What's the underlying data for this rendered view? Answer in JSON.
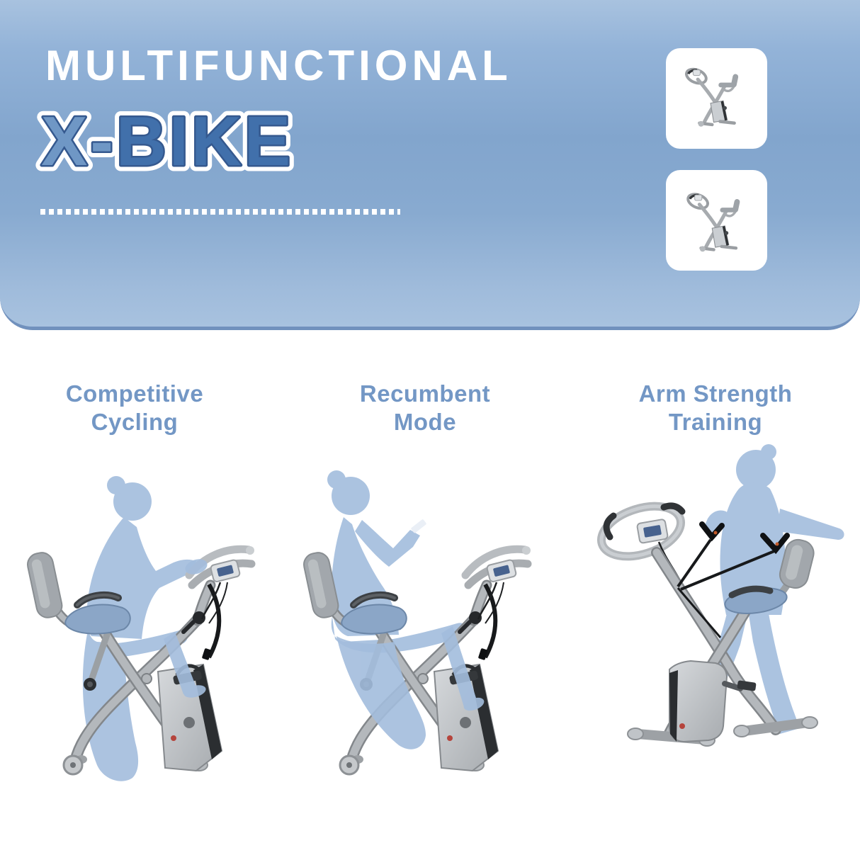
{
  "hero": {
    "title": "MULTIFUNCTIONAL",
    "subtitle_x": "X-",
    "subtitle_bike": "BIKE",
    "divider": "dotted-line",
    "thumbnails": [
      {
        "icon": "folding-xbike-upright-icon"
      },
      {
        "icon": "folding-xbike-recumbent-icon"
      }
    ]
  },
  "modes": [
    {
      "line1": "Competitive",
      "line2": "Cycling",
      "illustration": "woman-upright-cycling-silhouette-on-xbike"
    },
    {
      "line1": "Recumbent",
      "line2": "Mode",
      "illustration": "woman-reclined-with-phone-silhouette-on-xbike"
    },
    {
      "line1": "Arm Strength",
      "line2": "Training",
      "illustration": "woman-pulling-resistance-bands-silhouette-behind-xbike"
    }
  ],
  "colors": {
    "hero_gradient_top": "#a8c2df",
    "hero_gradient_mid": "#82a5cd",
    "hero_gradient_bottom": "#a8c2df",
    "hero_bottom_border": "#7191bd",
    "title_text": "#ffffff",
    "subtitle_x_fill": "#6f97c5",
    "subtitle_bike_fill": "#4170ab",
    "subtitle_inner_stroke": "#35598f",
    "subtitle_outline": "#ffffff",
    "label_text": "#7397c5",
    "silhouette": "#a3bddd",
    "bike_frame": "#aeb2b6",
    "bike_dark_parts": "#2b2e31",
    "seat_tint": "#8ba6c7",
    "band_black": "#17191b"
  }
}
